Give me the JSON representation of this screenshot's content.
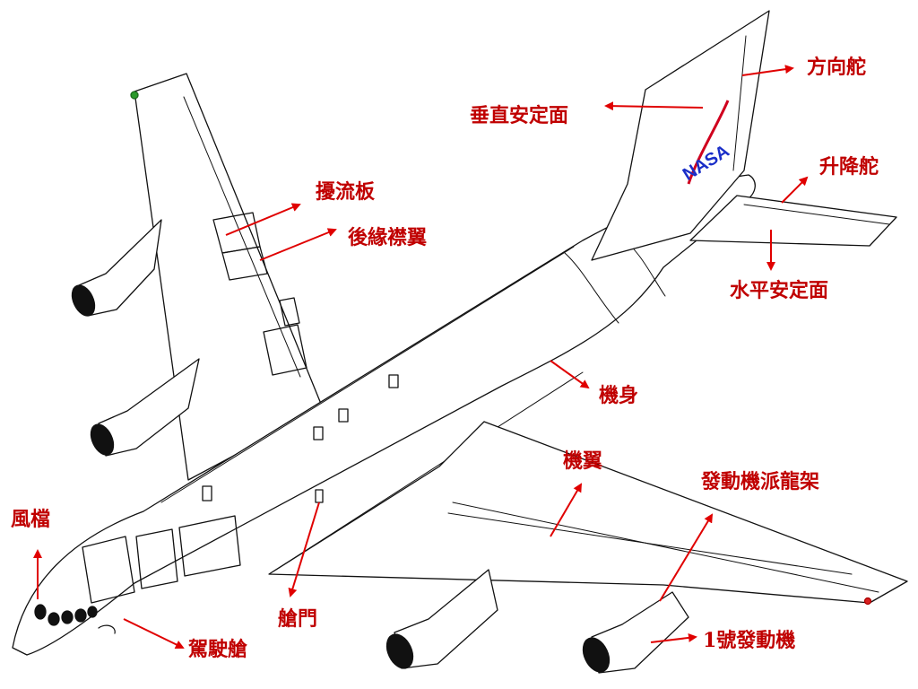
{
  "colors": {
    "label": "#c00000",
    "arrow": "#e00000",
    "outline": "#111111",
    "logo_blue": "#1a2ec8",
    "logo_red": "#d0001e"
  },
  "labels": {
    "rudder": "方向舵",
    "vertical_stabilizer": "垂直安定面",
    "elevator": "升降舵",
    "horizontal_stabilizer": "水平安定面",
    "spoiler": "擾流板",
    "trailing_edge_flap": "後緣襟翼",
    "fuselage": "機身",
    "wing": "機翼",
    "engine_pylon": "發動機派龍架",
    "windshield": "風檔",
    "cabin_door": "艙門",
    "cockpit": "駕駛艙",
    "engine_no1": "1號發動機"
  },
  "logo": {
    "text": "NASA"
  }
}
